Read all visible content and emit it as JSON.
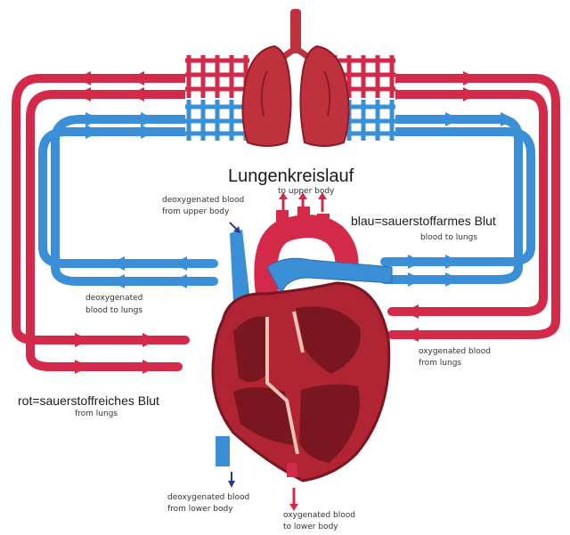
{
  "overlay": {
    "title": "Lungenkreislauf",
    "blue_note": "blau=sauerstoffarmes Blut",
    "red_note": "rot=sauerstoffreiches Blut"
  },
  "labels": {
    "to_upper_body": "to upper body",
    "deox_upper_1": "deoxygenated blood",
    "deox_upper_2": "from upper body",
    "deox_lungs_left_1": "deoxygenated",
    "deox_lungs_left_2": "blood to lungs",
    "deox_lungs_right": "blood to lungs",
    "ox_from_lungs_right_1": "oxygenated blood",
    "ox_from_lungs_right_2": "from lungs",
    "ox_from_lungs_left": "from lungs",
    "deox_lower_1": "deoxygenated blood",
    "deox_lower_2": "from lower body",
    "ox_lower_1": "oxygenated blood",
    "ox_lower_2": "to lower body"
  },
  "colors": {
    "oxygenated": "#d42a4a",
    "deoxygenated": "#3a8fd6",
    "heart": "#b02433",
    "heart_dark": "#7a1620",
    "lung": "#c0313e"
  }
}
